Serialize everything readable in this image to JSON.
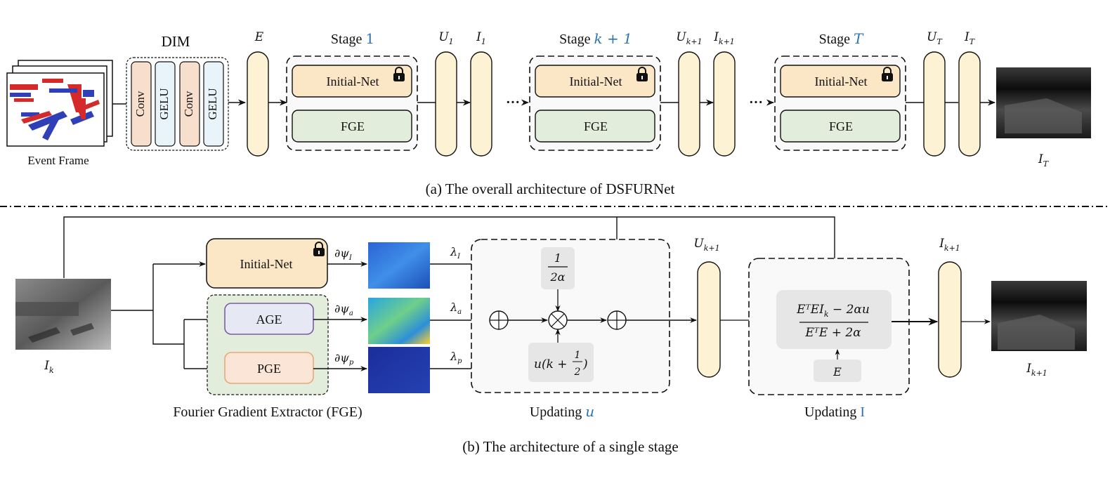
{
  "figure": {
    "caption_a": "(a) The overall architecture of DSFURNet",
    "caption_b": "(b) The architecture of a single stage"
  },
  "colors": {
    "feature_bar": "#fdf3d4",
    "initial_net": "#fbe6c6",
    "fge": "#e2eedb",
    "conv": "#f8dfcd",
    "gelu": "#e9f4fa",
    "age": "#e6e8f4",
    "age_border": "#7e5aa8",
    "pge": "#fbe5d6",
    "pge_border": "#e8a97a",
    "op_box": "#e6e6e6",
    "stage_bg": "#f9f9fa",
    "accent_blue": "#2e74b5"
  },
  "overall": {
    "input_label": "Event Frame",
    "dim": {
      "title": "DIM",
      "layers": [
        "Conv",
        "GELU",
        "Conv",
        "GELU"
      ]
    },
    "e_label": "E",
    "stages": [
      {
        "prefix": "Stage ",
        "index": "1",
        "u": "U",
        "u_sub": "1",
        "i": "I",
        "i_sub": "1",
        "initial_net": "Initial-Net",
        "fge": "FGE"
      },
      {
        "prefix": "Stage ",
        "index": "k + 1",
        "u": "U",
        "u_sub": "k+1",
        "i": "I",
        "i_sub": "k+1",
        "initial_net": "Initial-Net",
        "fge": "FGE"
      },
      {
        "prefix": "Stage ",
        "index": "T",
        "u": "U",
        "u_sub": "T",
        "i": "I",
        "i_sub": "T",
        "initial_net": "Initial-Net",
        "fge": "FGE"
      }
    ],
    "ellipsis": "···",
    "output_label": "I",
    "output_sub": "T"
  },
  "single_stage": {
    "input_label": "I",
    "input_sub": "k",
    "initial_net": "Initial-Net",
    "age": "AGE",
    "pge": "PGE",
    "fge_caption": "Fourier Gradient Extractor (FGE)",
    "gradients": [
      {
        "d": "∂ψ",
        "sub": "I",
        "lambda": "λ",
        "lsub": "I"
      },
      {
        "d": "∂ψ",
        "sub": "a",
        "lambda": "λ",
        "lsub": "a"
      },
      {
        "d": "∂ψ",
        "sub": "p",
        "lambda": "λ",
        "lsub": "p"
      }
    ],
    "update_u": {
      "caption_prefix": "Updating ",
      "caption_var": "u",
      "scale_num": "1",
      "scale_den": "2α",
      "u_half_prefix": "u(k + ",
      "u_half_num": "1",
      "u_half_den": "2",
      "u_half_suffix": ")",
      "plus": "⊕",
      "times": "⊗"
    },
    "u_out": {
      "label": "U",
      "sub": "k+1"
    },
    "update_i": {
      "caption_prefix": "Updating ",
      "caption_var": "I",
      "numerator": "EᵀEI",
      "numerator_sub": "k",
      "numerator_rest": " − 2αu",
      "denominator": "EᵀE + 2α",
      "e_input": "E"
    },
    "i_out": {
      "label": "I",
      "sub": "k+1"
    },
    "output_label": "I",
    "output_sub": "k+1"
  }
}
